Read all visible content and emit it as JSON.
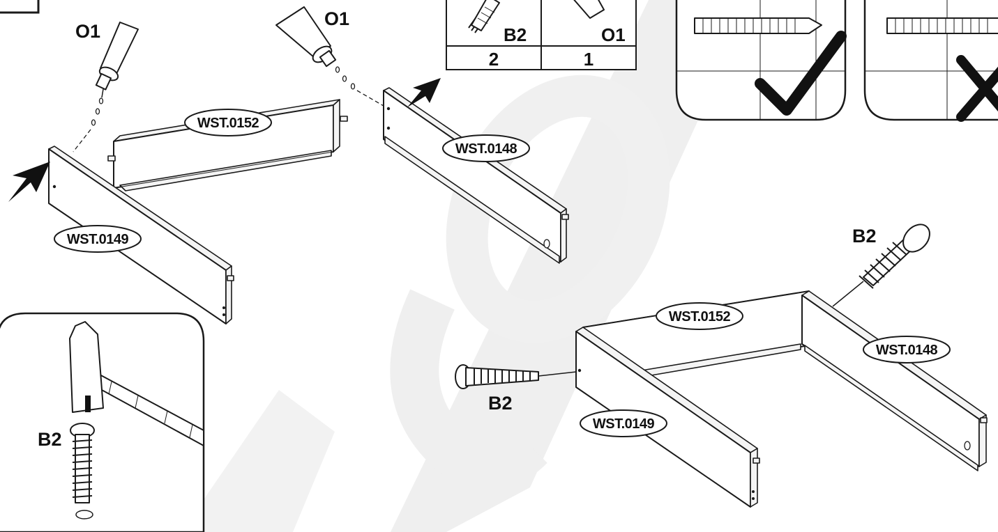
{
  "part_labels": {
    "wst0152_top": "WST.0152",
    "wst0148_top": "WST.0148",
    "wst0149_top": "WST.0149",
    "wst0152_assembled": "WST.0152",
    "wst0148_assembled": "WST.0148",
    "wst0149_assembled": "WST.0149"
  },
  "fittings": {
    "glue_left": "O1",
    "glue_right": "O1",
    "dowel_assembled_right": "B2",
    "dowel_assembled_front": "B2",
    "dowel_hammer": "B2"
  },
  "parts_table": {
    "dowel_code": "B2",
    "glue_code": "O1",
    "dowel_qty": "2",
    "glue_qty": "1"
  },
  "colors": {
    "line": "#1a1a1a",
    "watermark": "#efefef",
    "background": "#ffffff"
  }
}
